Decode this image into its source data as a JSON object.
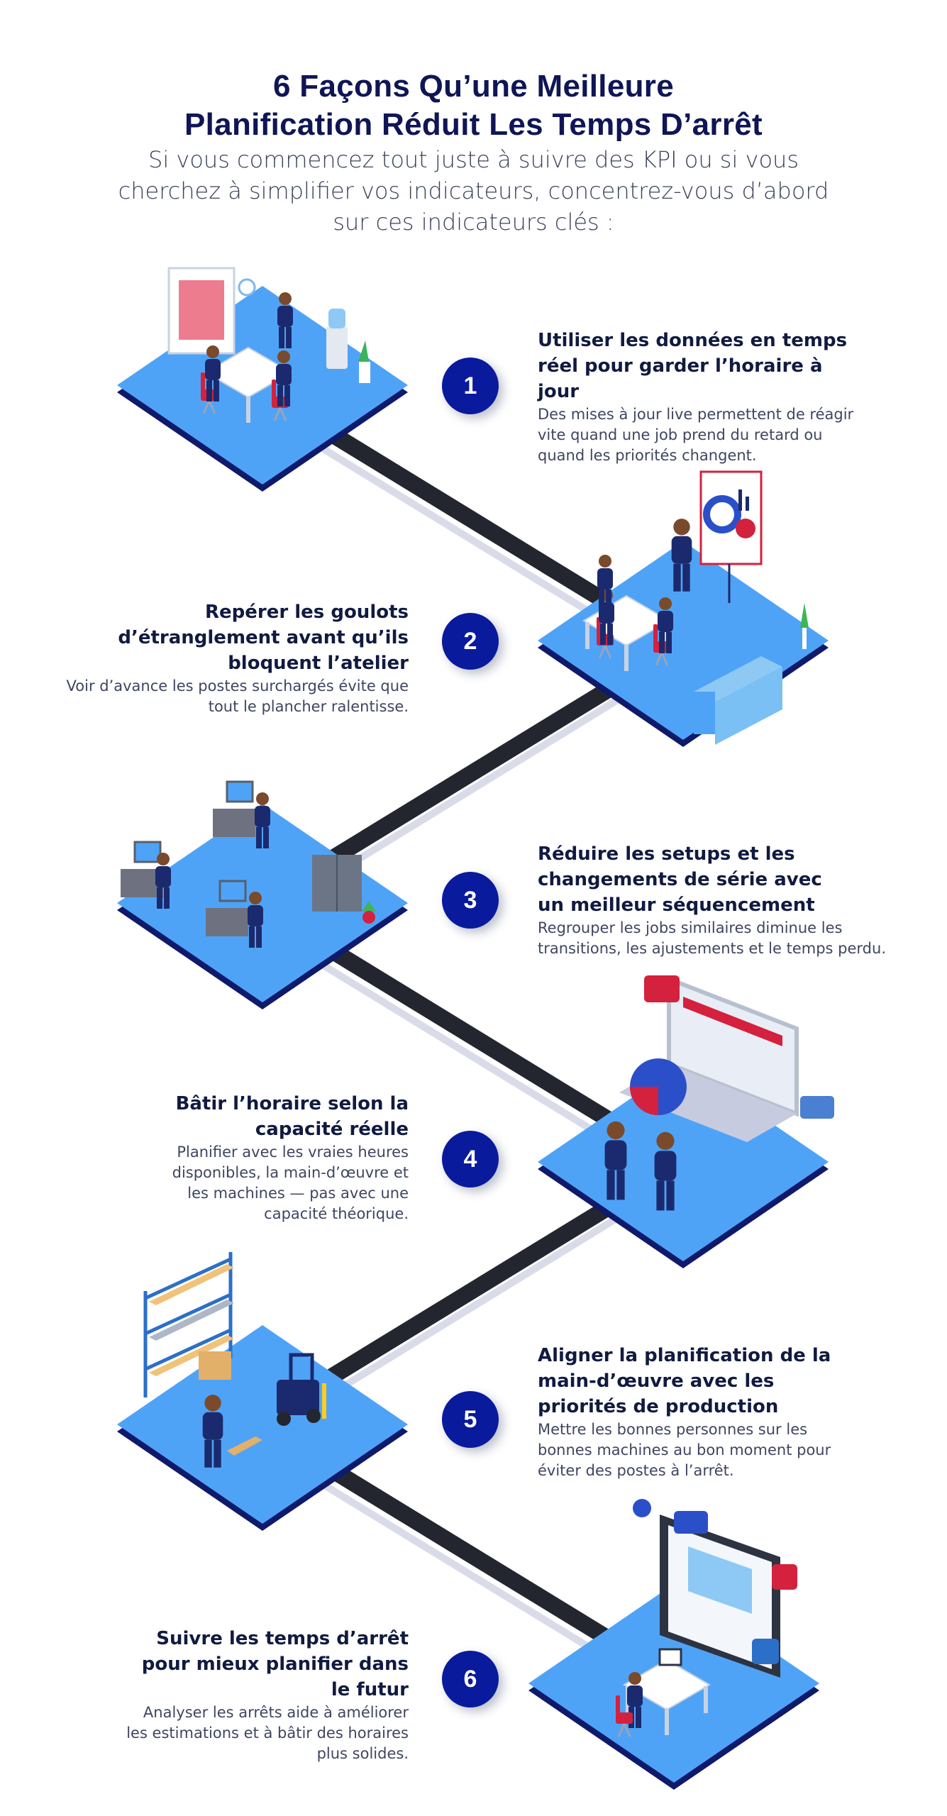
{
  "title_line1": "6 Façons Qu’une Meilleure",
  "title_line2": "Planification Réduit Les Temps D’arrêt",
  "subtitle": "Si vous commencez tout juste à suivre des KPI ou si vous cherchez à simplifier vos indicateurs, concentrez-vous d’abord sur ces indicateurs clés :",
  "colors": {
    "platform": "#4fa3f7",
    "platform_edge": "#0f1a6b",
    "badge": "#0a1a9c",
    "conveyor": "#23262e",
    "title": "#0f1555"
  },
  "steps": [
    {
      "number": "1",
      "heading": "Utiliser les données en temps réel pour garder l’horaire à jour",
      "description": "Des mises à jour live permettent de réagir vite quand une job prend du retard ou quand les priorités changent.",
      "illustration": "meeting-room-icon"
    },
    {
      "number": "2",
      "heading": "Repérer les goulots d’étranglement avant qu’ils bloquent l’atelier",
      "description": "Voir d’avance les postes surchargés évite que tout le plancher ralentisse.",
      "illustration": "presentation-meeting-icon"
    },
    {
      "number": "3",
      "heading": "Réduire les setups et les changements de série avec un meilleur séquencement",
      "description": "Regrouper les jobs similaires diminue les transitions, les ajustements et le temps perdu.",
      "illustration": "office-desks-icon"
    },
    {
      "number": "4",
      "heading": "Bâtir l’horaire selon la capacité réelle",
      "description": "Planifier avec les vraies heures disponibles, la main-d’œuvre et les machines — pas avec une capacité théorique.",
      "illustration": "laptop-planning-icon"
    },
    {
      "number": "5",
      "heading": "Aligner la planification de la main-d’œuvre avec les priorités de production",
      "description": "Mettre les bonnes personnes sur les bonnes machines au bon moment pour éviter des postes à l’arrêt.",
      "illustration": "warehouse-forklift-icon"
    },
    {
      "number": "6",
      "heading": "Suivre les temps d’arrêt pour mieux planifier dans le futur",
      "description": "Analyser les arrêts aide à améliorer les estimations et à bâtir des horaires plus solides.",
      "illustration": "monitor-analytics-icon"
    }
  ]
}
